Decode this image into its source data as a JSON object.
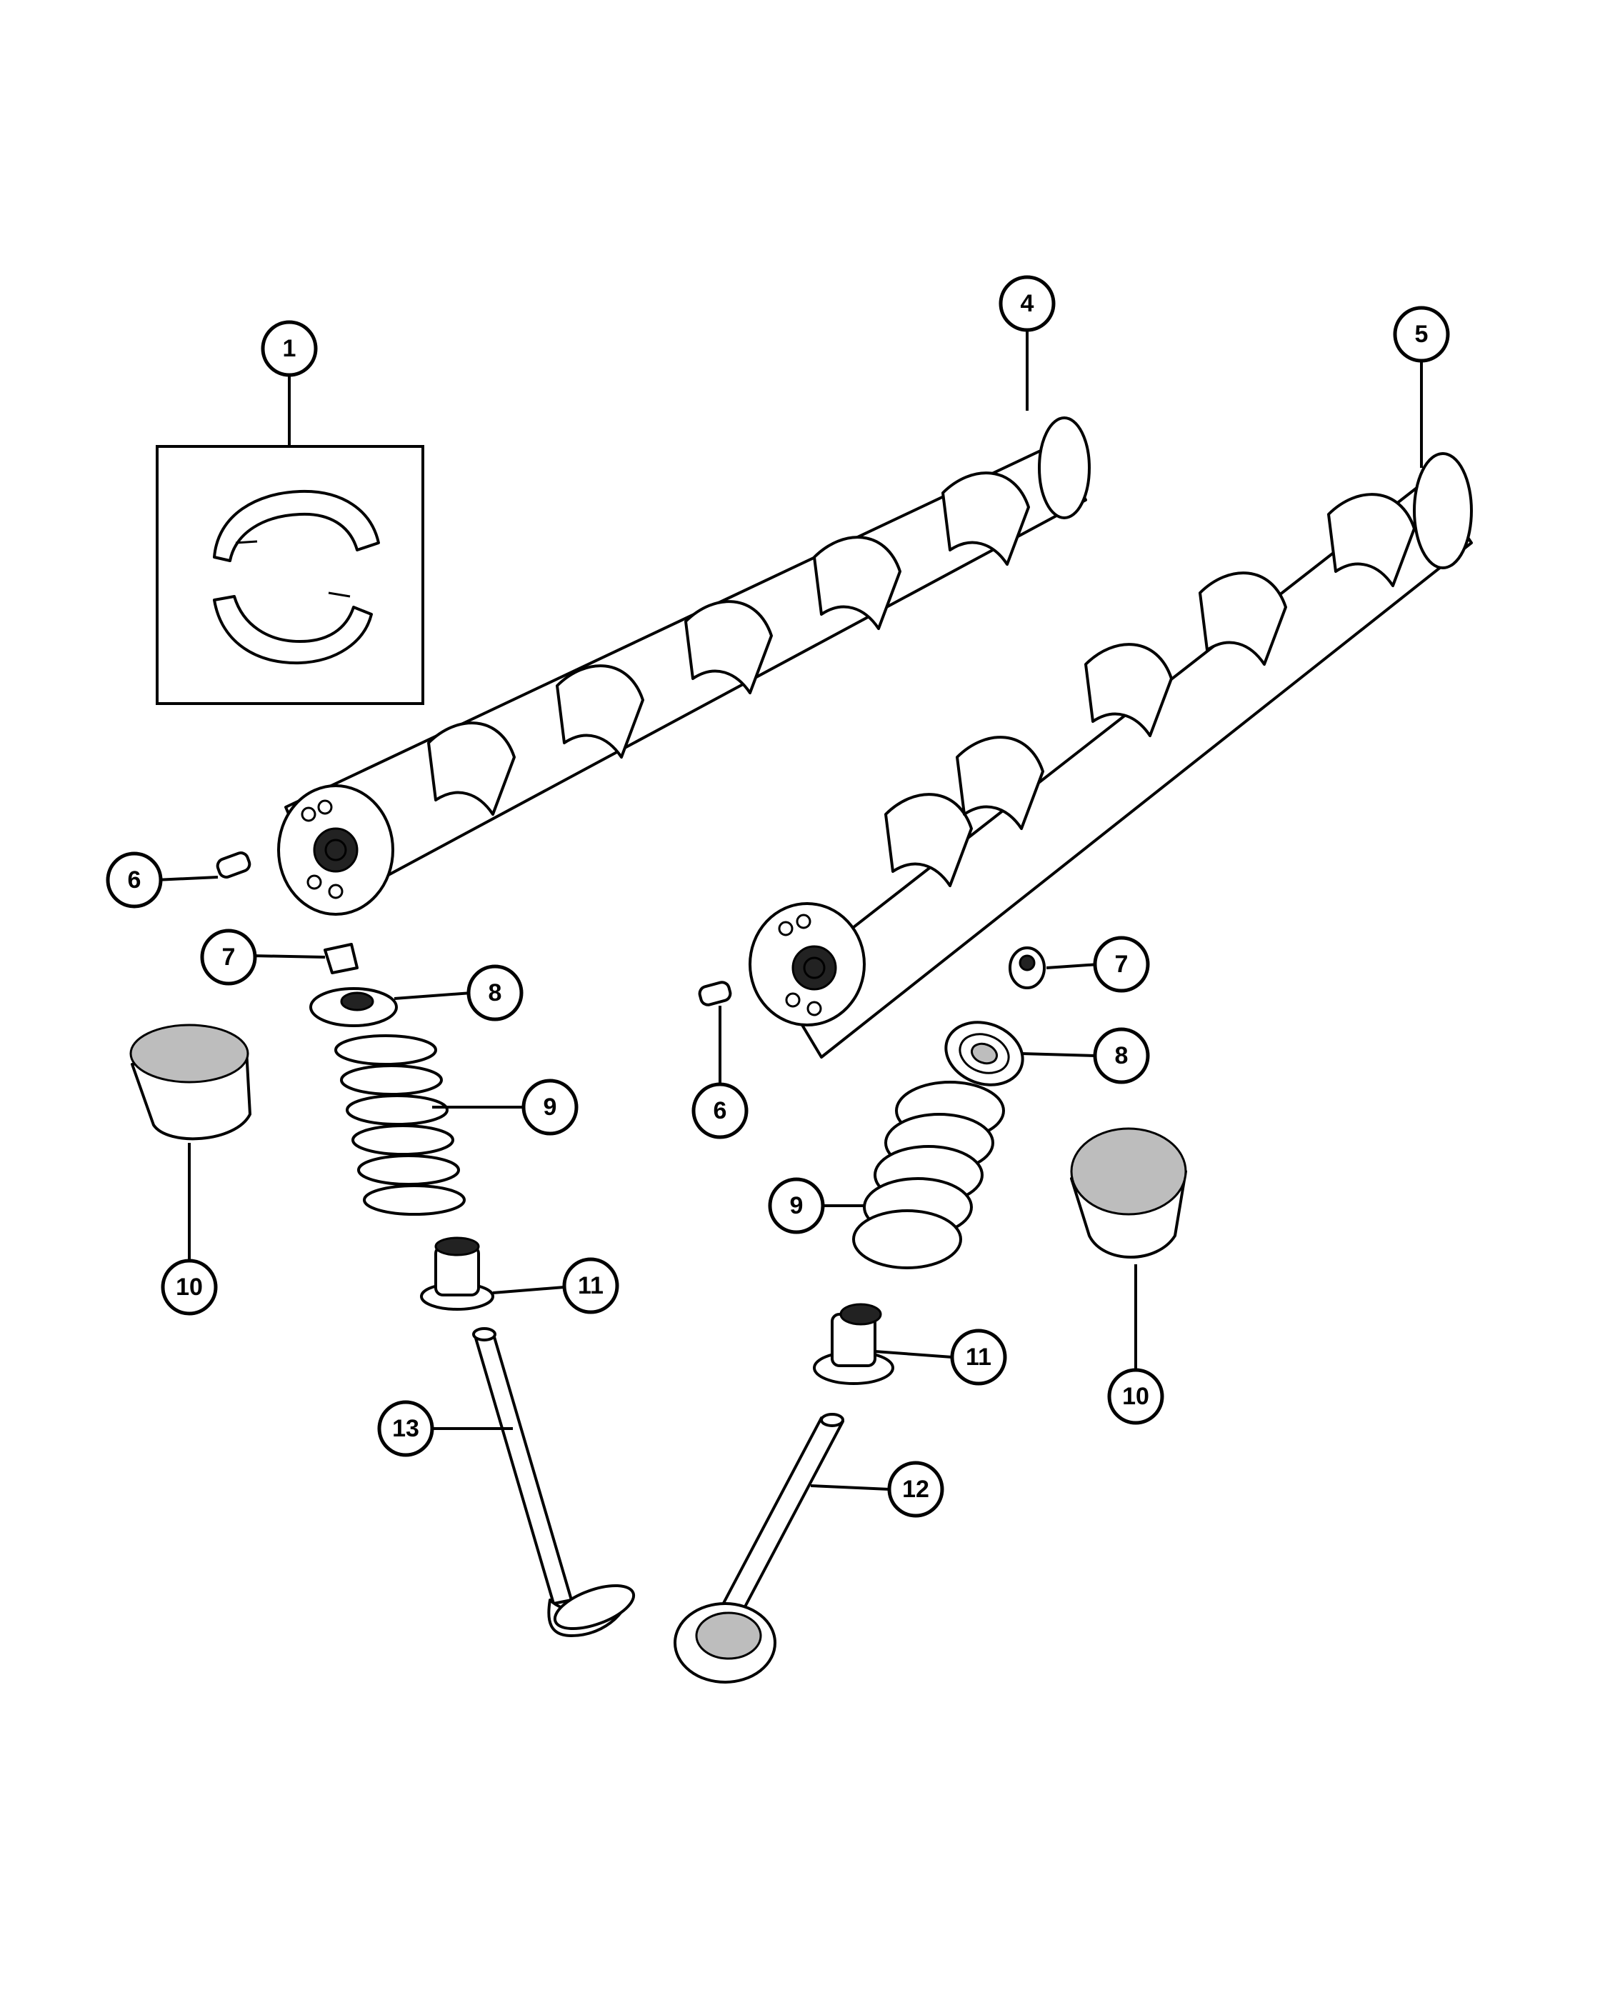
{
  "diagram": {
    "callouts": [
      {
        "id": "c1",
        "label": "1"
      },
      {
        "id": "c4",
        "label": "4"
      },
      {
        "id": "c5",
        "label": "5"
      },
      {
        "id": "c6a",
        "label": "6"
      },
      {
        "id": "c6b",
        "label": "6"
      },
      {
        "id": "c7a",
        "label": "7"
      },
      {
        "id": "c7b",
        "label": "7"
      },
      {
        "id": "c8a",
        "label": "8"
      },
      {
        "id": "c8b",
        "label": "8"
      },
      {
        "id": "c9a",
        "label": "9"
      },
      {
        "id": "c9b",
        "label": "9"
      },
      {
        "id": "c10a",
        "label": "10"
      },
      {
        "id": "c10b",
        "label": "10"
      },
      {
        "id": "c11a",
        "label": "11"
      },
      {
        "id": "c11b",
        "label": "11"
      },
      {
        "id": "c12",
        "label": "12"
      },
      {
        "id": "c13",
        "label": "13"
      }
    ]
  }
}
